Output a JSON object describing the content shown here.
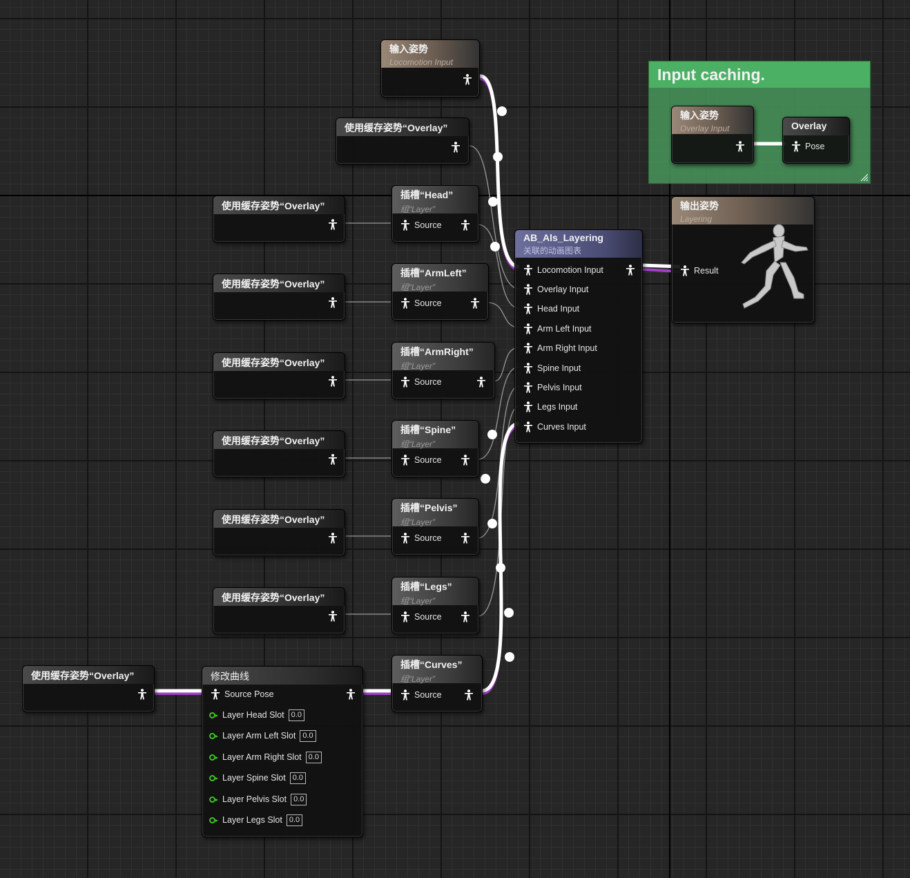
{
  "comment": {
    "title": "Input caching."
  },
  "locomotion_input_node": {
    "title": "输入姿势",
    "subtitle": "Locomotion Input"
  },
  "overlay_input_node": {
    "title": "输入姿势",
    "subtitle": "Overlay Input"
  },
  "overlay_save_node": {
    "title": "Overlay",
    "pin": "Pose"
  },
  "output_node": {
    "title": "输出姿势",
    "subtitle": "Layering",
    "pin": "Result"
  },
  "cached_pose_label": "使用缓存姿势“Overlay”",
  "slot_group": "组“Layer”",
  "slot_source": "Source",
  "slots": [
    {
      "title": "插槽“Head”"
    },
    {
      "title": "插槽“ArmLeft”"
    },
    {
      "title": "插槽“ArmRight”"
    },
    {
      "title": "插槽“Spine”"
    },
    {
      "title": "插槽“Pelvis”"
    },
    {
      "title": "插槽“Legs”"
    },
    {
      "title": "插槽“Curves”"
    }
  ],
  "linked_graph": {
    "title": "AB_Als_Layering",
    "subtitle": "关联的动画图表",
    "inputs": [
      "Locomotion Input",
      "Overlay Input",
      "Head Input",
      "Arm Left Input",
      "Arm Right Input",
      "Spine Input",
      "Pelvis Input",
      "Legs Input",
      "Curves Input"
    ]
  },
  "modify_curve": {
    "title": "修改曲线",
    "source_pin": "Source Pose",
    "params": [
      {
        "label": "Layer Head Slot",
        "value": "0.0"
      },
      {
        "label": "Layer Arm Left Slot",
        "value": "0.0"
      },
      {
        "label": "Layer Arm Right Slot",
        "value": "0.0"
      },
      {
        "label": "Layer Spine Slot",
        "value": "0.0"
      },
      {
        "label": "Layer Pelvis Slot",
        "value": "0.0"
      },
      {
        "label": "Layer Legs Slot",
        "value": "0.0"
      }
    ]
  },
  "colors": {
    "float_pin": "#39c61e",
    "comment": "#4bb064",
    "exec_wire": "#ffffff",
    "anim_wire_accent": "#a040c8"
  }
}
